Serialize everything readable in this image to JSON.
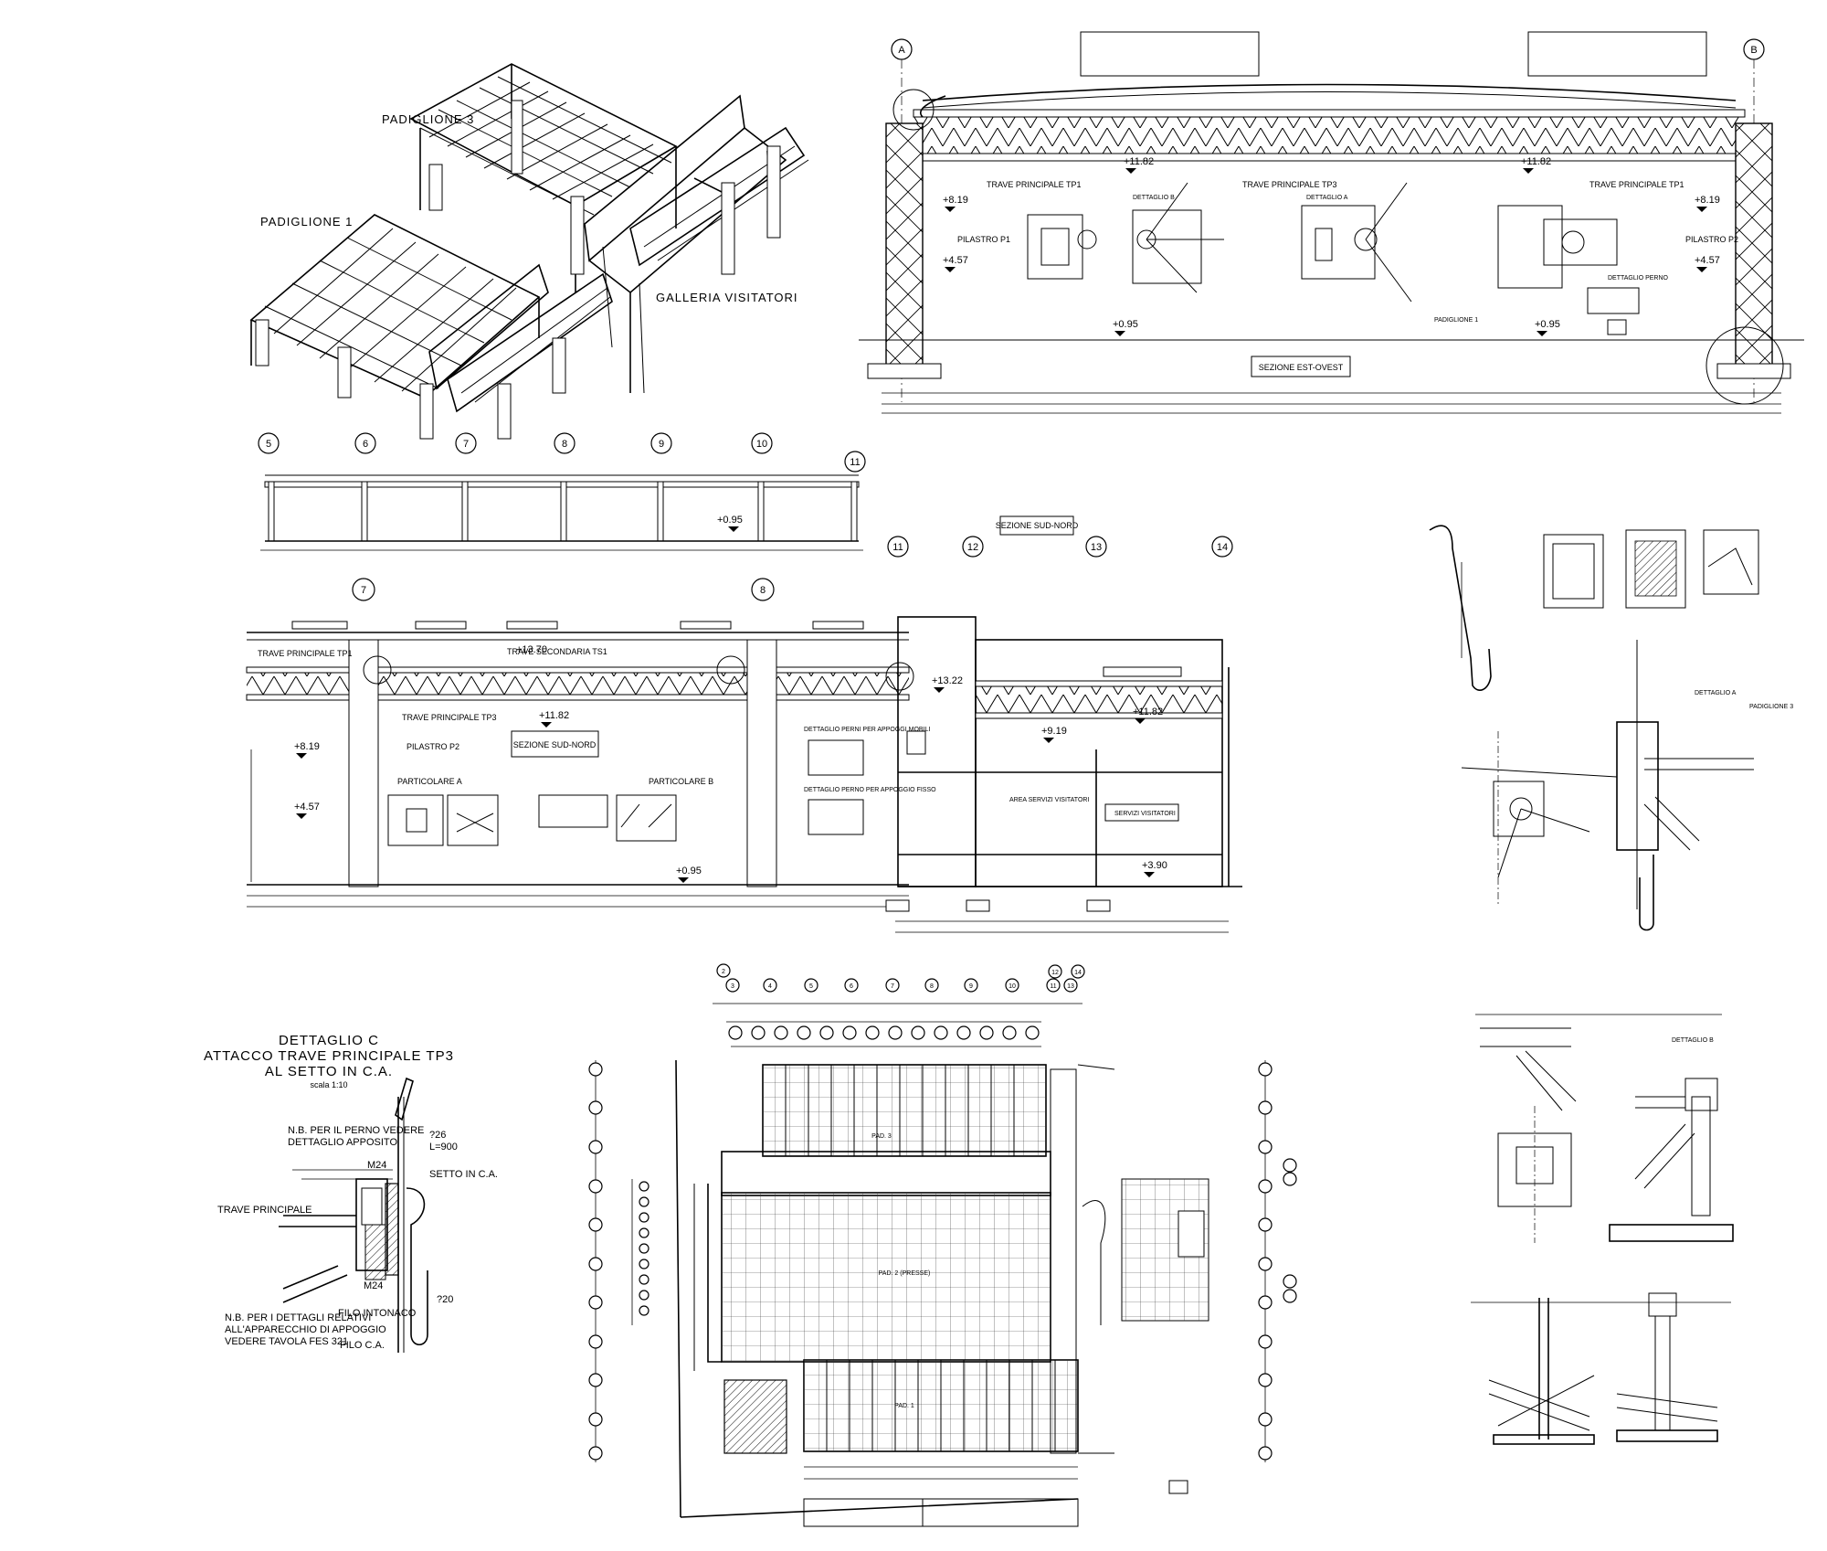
{
  "iso": {
    "padiglione3": "PADIGLIONE 3",
    "padiglione1": "PADIGLIONE 1",
    "galleria": "GALLERIA VISITATORI"
  },
  "est_ovest": {
    "grid_a": "A",
    "grid_b": "B",
    "trave_tp1": "TRAVE PRINCIPALE TP1",
    "trave_tp3": "TRAVE PRINCIPALE TP3",
    "trave_tp1_r": "TRAVE PRINCIPALE TP1",
    "pilastro_p1": "PILASTRO P1",
    "pilastro_p2": "PILASTRO P2",
    "padiglione1": "PADIGLIONE 1",
    "dettaglio_perno": "DETTAGLIO PERNO",
    "dettaglio_a": "DETTAGLIO A",
    "dettaglio_b": "DETTAGLIO B",
    "title": "SEZIONE EST-OVEST",
    "levels": [
      "+11.82",
      "+11.82",
      "+8.19",
      "+8.19",
      "+4.57",
      "+4.57",
      "+0.95",
      "+0.95"
    ]
  },
  "prospetto": {
    "grid": [
      "5",
      "6",
      "7",
      "8",
      "9",
      "10",
      "11"
    ],
    "level": "+0.95"
  },
  "sud_nord": {
    "title": "SEZIONE SUD-NORD",
    "grid": [
      "7",
      "8"
    ],
    "trave_tp1": "TRAVE PRINCIPALE TP1",
    "trave_tp3": "TRAVE PRINCIPALE TP3",
    "trave_sec": "TRAVE SECONDARIA TS1",
    "pilastro_p2": "PILASTRO P2",
    "particolare_a": "PARTICOLARE A",
    "particolare_b": "PARTICOLARE B",
    "dettaglio_perni_mobili": "DETTAGLIO PERNI PER APPOGGI MOBILI",
    "dettaglio_perno_fisso": "DETTAGLIO PERNO PER APPOGGIO FISSO",
    "levels": [
      "+13.70",
      "+11.82",
      "+8.19",
      "+4.57",
      "+0.95"
    ]
  },
  "sud_nord_right": {
    "title": "SEZIONE SUD-NORD",
    "grid": [
      "11",
      "12",
      "13",
      "14"
    ],
    "area_servizi": "AREA SERVIZI VISITATORI",
    "servizi": "SERVIZI VISITATORI",
    "levels": [
      "+13.22",
      "+11.82",
      "+9.19",
      "+3.90"
    ]
  },
  "dettaglio_c": {
    "title1": "DETTAGLIO C",
    "title2": "ATTACCO TRAVE PRINCIPALE TP3",
    "title3": "AL SETTO IN C.A.",
    "scale": "scala 1:10",
    "nb1a": "N.B. PER IL PERNO VEDERE",
    "nb1b": "DETTAGLIO APPOSITO",
    "m24_top": "M24",
    "m24_bot": "M24",
    "setto": "SETTO IN C.A.",
    "trave": "TRAVE PRINCIPALE",
    "d26": "?26",
    "l900": "L=900",
    "d20": "?20",
    "filo_intonaco": "FILO INTONACO",
    "filo_ca": "FILO C.A.",
    "nb2a": "N.B. PER I DETTAGLI RELATIVI",
    "nb2b": "ALL'APPARECCHIO DI APPOGGIO",
    "nb2c": "VEDERE TAVOLA FES 321"
  },
  "plan": {
    "top_grid": [
      "2",
      "3",
      "4",
      "5",
      "6",
      "7",
      "8",
      "9",
      "10",
      "11",
      "12",
      "13",
      "14"
    ],
    "pad3": "PAD. 3",
    "pad2": "PAD. 2 (PRESSE)",
    "pad1": "PAD. 1"
  },
  "right_details": {
    "dettaglio_a": "DETTAGLIO A",
    "padiglione3": "PADIGLIONE 3",
    "dettaglio_b": "DETTAGLIO B"
  },
  "colors": {
    "line": "#000000",
    "paper": "#ffffff"
  }
}
